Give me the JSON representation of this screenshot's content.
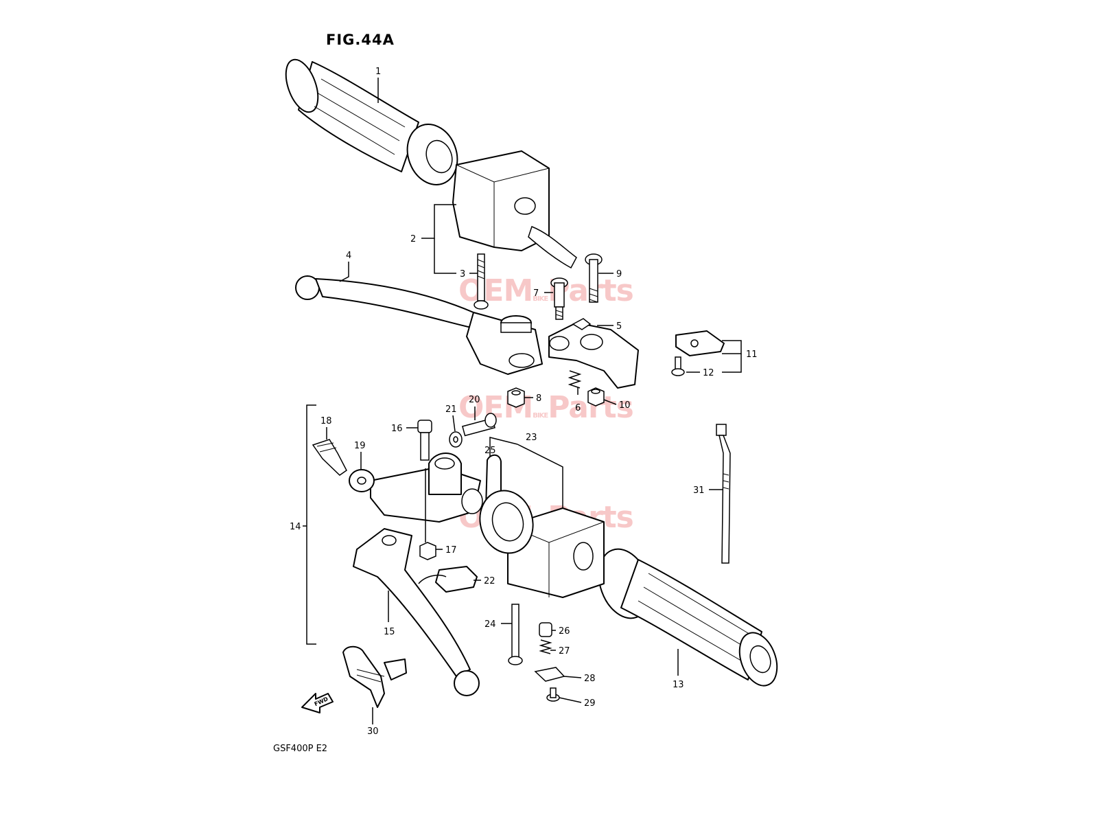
{
  "figure": {
    "title": "FIG.44A",
    "model": "GSF400P  E2"
  },
  "watermark": {
    "text_a": "OEM",
    "text_b": "BIKE",
    "text_c": "Parts",
    "color": "#e63c3c"
  },
  "fwd_text": "FWD",
  "callouts": {
    "c1": "1",
    "c2": "2",
    "c3": "3",
    "c4": "4",
    "c5": "5",
    "c6": "6",
    "c7": "7",
    "c8": "8",
    "c9": "9",
    "c10": "10",
    "c11": "11",
    "c12": "12",
    "c13": "13",
    "c14": "14",
    "c15": "15",
    "c16": "16",
    "c17": "17",
    "c18": "18",
    "c19": "19",
    "c20": "20",
    "c21": "21",
    "c22": "22",
    "c23": "23",
    "c24": "24",
    "c25": "25",
    "c26": "26",
    "c27": "27",
    "c28": "28",
    "c29": "29",
    "c30": "30",
    "c31": "31"
  }
}
